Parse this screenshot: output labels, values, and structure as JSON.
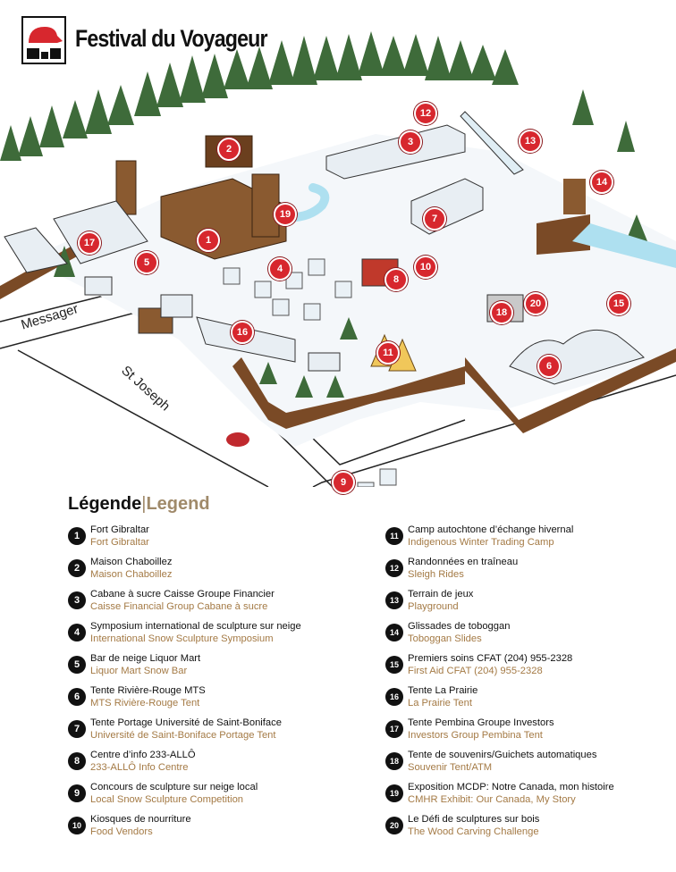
{
  "logo": {
    "text": "Festival du Voyageur"
  },
  "streets": [
    "Messager",
    "St Joseph"
  ],
  "colors": {
    "pin": "#d7272e",
    "legend_en": "#a47a45",
    "snow": "#ffffff",
    "tree": "#3e6b3a",
    "fence": "#7a4a26"
  },
  "legend": {
    "title_fr": "Légende",
    "separator": "|",
    "title_en": "Legend",
    "items": [
      {
        "num": "1",
        "fr": "Fort Gibraltar",
        "en": "Fort Gibraltar"
      },
      {
        "num": "2",
        "fr": "Maison Chaboillez",
        "en": "Maison Chaboillez"
      },
      {
        "num": "3",
        "fr": "Cabane à sucre Caisse Groupe Financier",
        "en": "Caisse Financial Group Cabane à sucre"
      },
      {
        "num": "4",
        "fr": "Symposium international de sculpture sur neige",
        "en": "International Snow Sculpture Symposium"
      },
      {
        "num": "5",
        "fr": "Bar de neige Liquor Mart",
        "en": "Liquor Mart Snow Bar"
      },
      {
        "num": "6",
        "fr": "Tente Rivière-Rouge MTS",
        "en": "MTS Rivière-Rouge Tent"
      },
      {
        "num": "7",
        "fr": "Tente Portage Université de Saint-Boniface",
        "en": "Université de Saint-Boniface Portage Tent"
      },
      {
        "num": "8",
        "fr": "Centre d’info 233-ALLÔ",
        "en": "233-ALLÔ Info Centre"
      },
      {
        "num": "9",
        "fr": "Concours de sculpture sur neige local",
        "en": "Local Snow Sculpture Competition"
      },
      {
        "num": "10",
        "fr": "Kiosques de nourriture",
        "en": "Food Vendors"
      },
      {
        "num": "11",
        "fr": "Camp autochtone d’échange hivernal",
        "en": "Indigenous Winter Trading Camp"
      },
      {
        "num": "12",
        "fr": "Randonnées en traîneau",
        "en": "Sleigh Rides"
      },
      {
        "num": "13",
        "fr": "Terrain de jeux",
        "en": "Playground"
      },
      {
        "num": "14",
        "fr": "Glissades de toboggan",
        "en": "Toboggan Slides"
      },
      {
        "num": "15",
        "fr": "Premiers soins CFAT (204) 955-2328",
        "en": "First Aid CFAT (204) 955-2328"
      },
      {
        "num": "16",
        "fr": "Tente La Prairie",
        "en": "La Prairie Tent"
      },
      {
        "num": "17",
        "fr": "Tente Pembina Groupe Investors",
        "en": "Investors Group Pembina Tent"
      },
      {
        "num": "18",
        "fr": "Tente de souvenirs/Guichets automatiques",
        "en": "Souvenir Tent/ATM"
      },
      {
        "num": "19",
        "fr": "Exposition MCDP: Notre Canada, mon histoire",
        "en": "CMHR Exhibit: Our Canada, My Story"
      },
      {
        "num": "20",
        "fr": "Le Défi de sculptures sur bois",
        "en": "The Wood Carving Challenge"
      }
    ]
  }
}
